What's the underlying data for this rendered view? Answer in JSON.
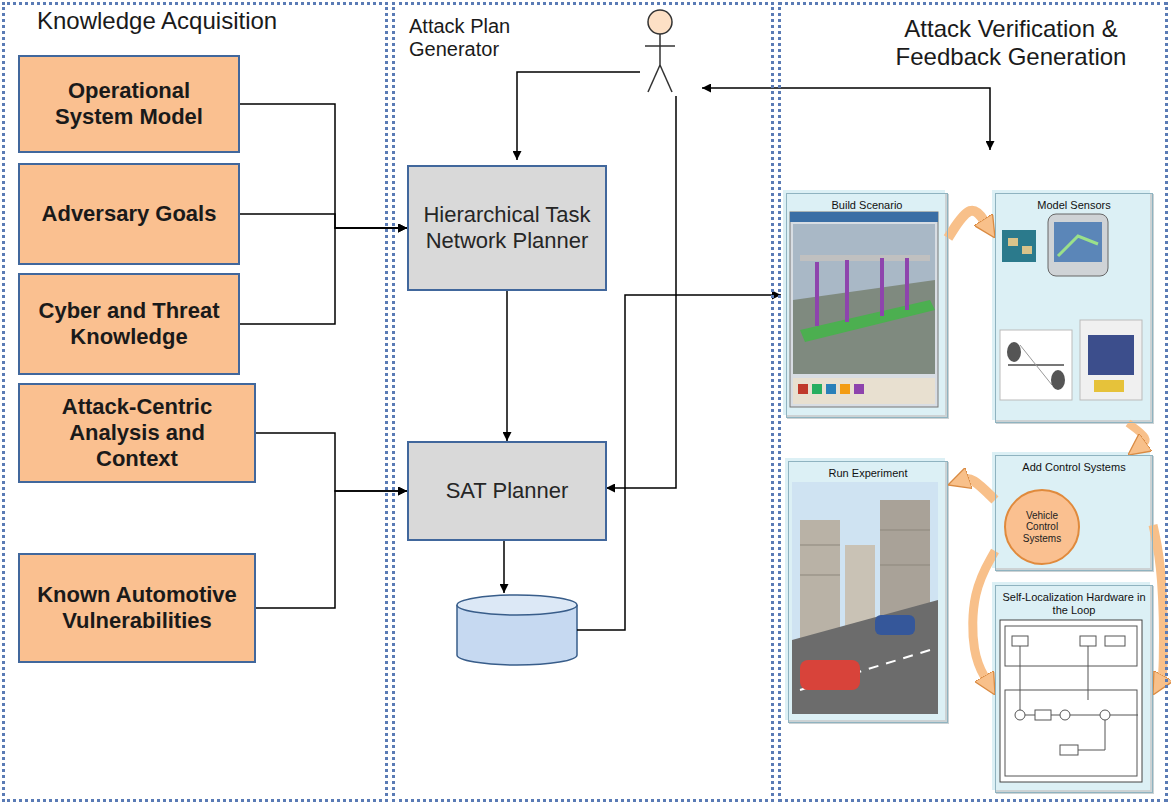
{
  "diagram": {
    "nodes": [
      {
        "text": [
          "Knowledge Acquisition"
        ]
      },
      {
        "text": [
          "Operational System Model"
        ],
        "in": 0
      },
      {
        "text": [
          "Adversary Goals"
        ],
        "in": 0
      },
      {
        "text": [
          "Cyber and Threat Knowledge"
        ],
        "in": 0
      },
      {
        "text": [
          "Attack-Centric Analysis and Context"
        ],
        "in": 0
      },
      {
        "text": [
          "Known Automotive Vulnerabilities"
        ],
        "in": 0
      },
      {
        "text": [
          "Attack Plan Generator"
        ]
      },
      {
        "text": [
          "Hierarchical Task Network Planner"
        ],
        "in": 6
      },
      {
        "text": [
          "SAT Planner"
        ],
        "in": 6
      },
      {
        "text": [
          "Attack Verification & Feedback Generation"
        ]
      },
      {
        "text": [
          "Build Scenario"
        ],
        "in": 9
      },
      {
        "text": [
          "Model Sensors"
        ],
        "in": 9
      },
      {
        "text": [
          "Run Experiment"
        ],
        "in": 9
      },
      {
        "text": [
          "Add Control Systems"
        ],
        "in": 9
      },
      {
        "text": [
          "Vehicle Control Systems"
        ],
        "in": 13
      },
      {
        "text": [
          "Self-Localization Hardware in the Loop"
        ],
        "in": 9
      }
    ],
    "edges": [
      {
        "from": 1,
        "to": 7,
        "arrow": "to"
      },
      {
        "from": 2,
        "to": 7,
        "arrow": "to"
      },
      {
        "from": 3,
        "to": 7,
        "arrow": "to"
      },
      {
        "from": 4,
        "to": 8,
        "arrow": "to"
      },
      {
        "from": 5,
        "to": 8,
        "arrow": "to"
      },
      {
        "from": 7,
        "to": 8,
        "arrow": "to"
      },
      {
        "from": 10,
        "to": 11,
        "arrow": "to"
      },
      {
        "from": 11,
        "to": 13,
        "arrow": "to"
      },
      {
        "from": 13,
        "to": 12,
        "arrow": "to"
      },
      {
        "from": 13,
        "to": 15,
        "arrow": "to"
      },
      {
        "from": 13,
        "to": 15,
        "arrow": "to"
      }
    ]
  }
}
